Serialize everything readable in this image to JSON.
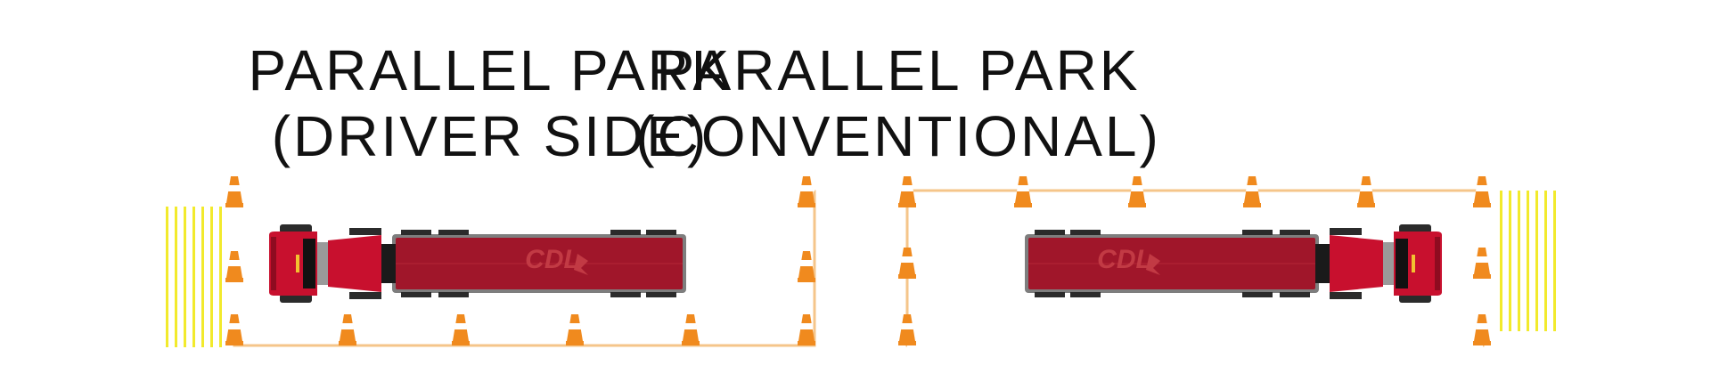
{
  "panels": [
    {
      "id": "driver-side",
      "title_line1": "PARALLEL PARK",
      "title_line2": "(DRIVER SIDE)"
    },
    {
      "id": "conventional",
      "title_line1": "PARALLEL PARK",
      "title_line2": "(CONVENTIONAL)"
    }
  ],
  "colors": {
    "cone_orange": "#F08A1E",
    "boundary_line": "#F5C58A",
    "stripe_yellow": "#F2EA2C",
    "truck_red": "#C8102E",
    "trailer_red": "#A0162A",
    "tire_dark": "#2B2B2B",
    "logo_text": "#C23A44"
  },
  "logo_text": "CDL",
  "icons": [
    "traffic-cone-icon",
    "truck-icon",
    "cdl-logo-icon"
  ]
}
